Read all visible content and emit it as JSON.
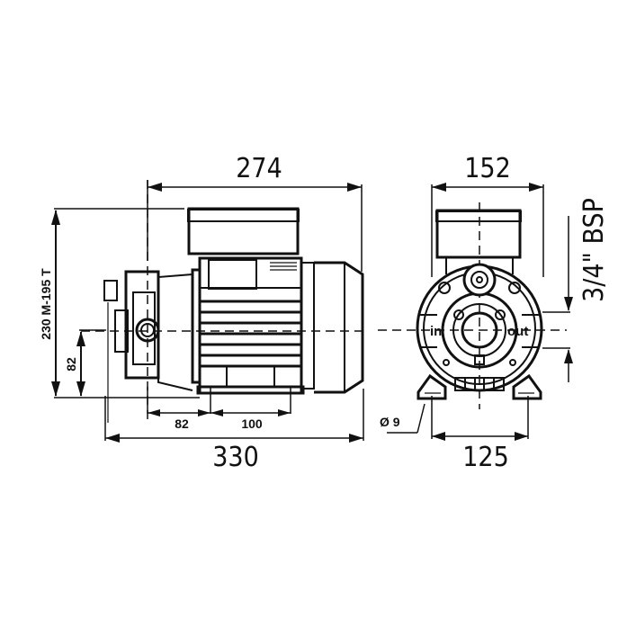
{
  "drawing": {
    "title": "Pump dimensional drawing",
    "side_view": {
      "dim_top": "274",
      "dim_bottom_total": "330",
      "dim_foot_offset": "82",
      "dim_foot_spacing": "100",
      "dim_height_total": "230 M-195 T",
      "dim_shaft_height": "82"
    },
    "front_view": {
      "dim_top": "152",
      "dim_bottom": "125",
      "hole_diameter": "Ø 9",
      "port_size": "3/4\" BSP",
      "inlet_label": "in",
      "outlet_label": "out"
    },
    "colors": {
      "line": "#111111",
      "background": "#ffffff"
    }
  }
}
